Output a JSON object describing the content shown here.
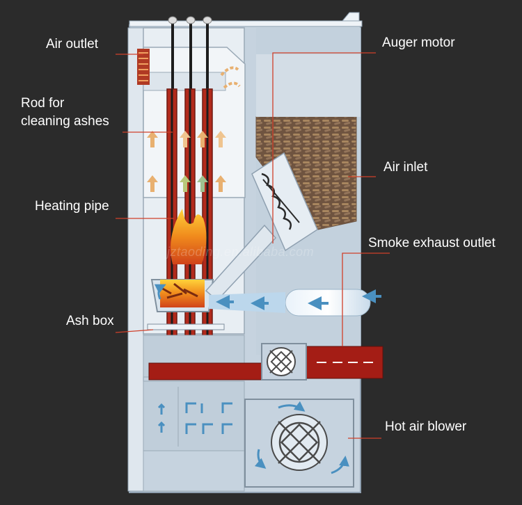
{
  "labels": {
    "air_outlet": "Air outlet",
    "rod_line1": "Rod for",
    "rod_line2": "cleaning ashes",
    "heating_pipe": "Heating pipe",
    "ash_box": "Ash box",
    "auger_motor": "Auger motor",
    "air_inlet": "Air inlet",
    "smoke_exhaust": "Smoke exhaust outlet",
    "hot_air_blower": "Hot air blower"
  },
  "watermark": "jztaoding.en.alibaba.com",
  "colors": {
    "background": "#2b2b2b",
    "cabinet": "#c6d3df",
    "panel_light": "#dde6ee",
    "heating_pipe": "#b22a1c",
    "flue": "#a41d15",
    "hot_air_arrow": "#e8b070",
    "cool_air_arrow": "#4a90c0",
    "pellets": "#8a6a4c",
    "leader_line": "#d0402a",
    "label_text": "#ffffff"
  }
}
